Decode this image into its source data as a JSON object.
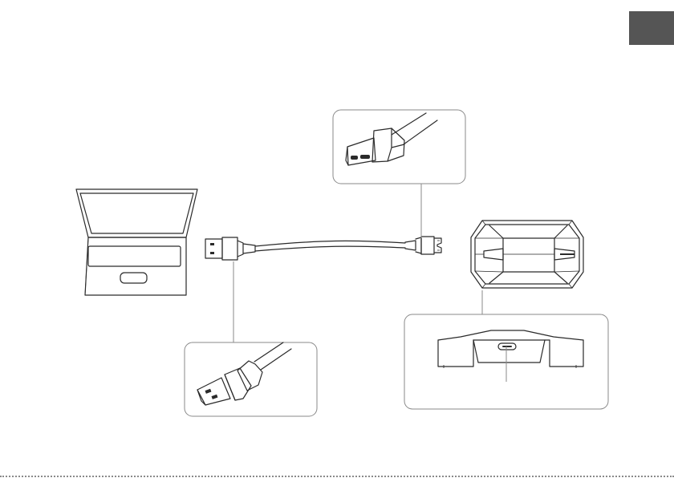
{
  "diagram": {
    "type": "connection-illustration",
    "nodes": [
      {
        "id": "laptop",
        "icon": "laptop-icon"
      },
      {
        "id": "usb-a-plug",
        "icon": "usb-a-connector-icon"
      },
      {
        "id": "micro-b-plug",
        "icon": "usb-micro-b-connector-icon"
      },
      {
        "id": "hard-drive",
        "icon": "external-hard-drive-icon"
      }
    ],
    "edges": [
      {
        "from": "laptop",
        "to": "hard-drive",
        "via": "usb-cable"
      }
    ],
    "callouts": [
      {
        "id": "usb-a-detail",
        "points_to": "usb-a-plug"
      },
      {
        "id": "micro-b-detail",
        "points_to": "micro-b-plug"
      },
      {
        "id": "drive-port-detail",
        "points_to": "hard-drive"
      }
    ]
  },
  "colors": {
    "line": "#2a2a2a",
    "callout_border": "#8a8a8a",
    "tab": "#555555"
  }
}
